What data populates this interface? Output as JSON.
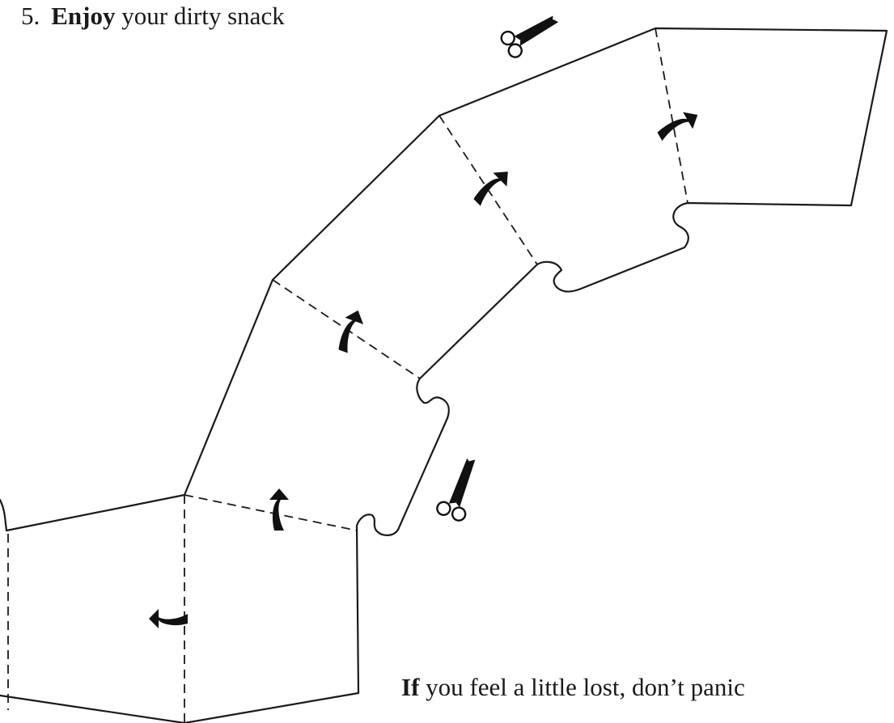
{
  "step": {
    "number": "5.",
    "bold_word": "Enjoy",
    "rest": "your dirty snack"
  },
  "note": {
    "bold_word": "If",
    "rest": "you feel a little lost, don’t panic"
  },
  "icons": [
    "scissors-icon",
    "fold-arrow-icon"
  ],
  "colors": {
    "ink": "#1a1a1a",
    "paper": "#ffffff"
  }
}
